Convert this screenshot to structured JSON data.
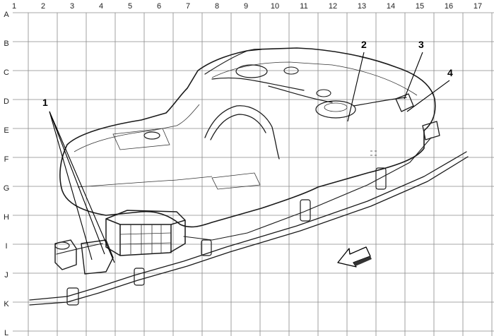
{
  "grid": {
    "columns": [
      "1",
      "2",
      "3",
      "4",
      "5",
      "6",
      "7",
      "8",
      "9",
      "10",
      "11",
      "12",
      "13",
      "14",
      "15",
      "16",
      "17"
    ],
    "rows": [
      "A",
      "B",
      "C",
      "D",
      "E",
      "F",
      "G",
      "H",
      "I",
      "J",
      "K",
      "L"
    ]
  },
  "callouts": [
    "1",
    "2",
    "3",
    "4"
  ]
}
